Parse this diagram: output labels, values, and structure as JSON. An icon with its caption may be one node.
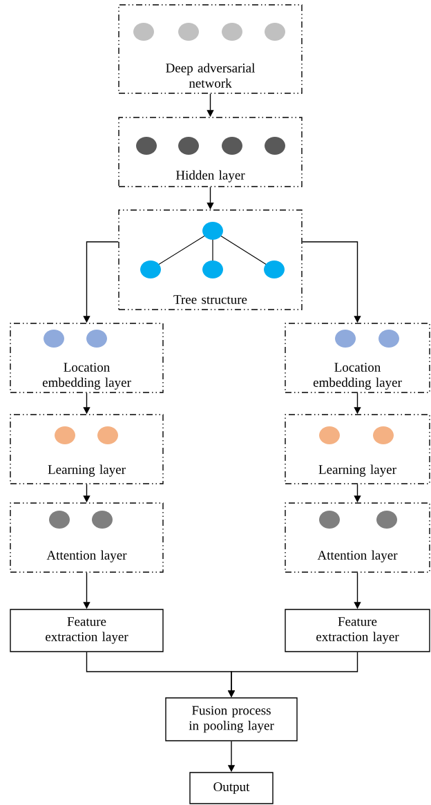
{
  "diagram": {
    "nodes": [
      {
        "text": [
          "Deep adversarial network"
        ]
      },
      {
        "text": [
          "Hidden layer"
        ]
      },
      {
        "text": [
          "Tree structure"
        ]
      },
      {
        "text": [
          "Location embedding layer"
        ]
      },
      {
        "text": [
          "Learning layer"
        ]
      },
      {
        "text": [
          "Attention layer"
        ]
      },
      {
        "text": [
          "Location embedding layer"
        ]
      },
      {
        "text": [
          "Learning layer"
        ]
      },
      {
        "text": [
          "Attention layer"
        ]
      },
      {
        "text": [
          "Feature extraction layer"
        ]
      },
      {
        "text": [
          "Feature extraction layer"
        ]
      },
      {
        "text": [
          "Fusion process in pooling layer"
        ]
      },
      {
        "text": [
          "Output"
        ]
      }
    ],
    "edges": [
      {
        "from": 0,
        "to": 1,
        "arrow": "to"
      },
      {
        "from": 1,
        "to": 2,
        "arrow": "to"
      },
      {
        "from": 2,
        "to": 3,
        "arrow": "to"
      },
      {
        "from": 2,
        "to": 6,
        "arrow": "to"
      },
      {
        "from": 3,
        "to": 4,
        "arrow": "to"
      },
      {
        "from": 4,
        "to": 5,
        "arrow": "to"
      },
      {
        "from": 6,
        "to": 7,
        "arrow": "to"
      },
      {
        "from": 7,
        "to": 8,
        "arrow": "to"
      },
      {
        "from": 5,
        "to": 9,
        "arrow": "to"
      },
      {
        "from": 8,
        "to": 10,
        "arrow": "to"
      },
      {
        "from": 9,
        "to": 11,
        "arrow": "to"
      },
      {
        "from": 10,
        "to": 11,
        "arrow": "to"
      },
      {
        "from": 11,
        "to": 12,
        "arrow": "to"
      }
    ]
  }
}
